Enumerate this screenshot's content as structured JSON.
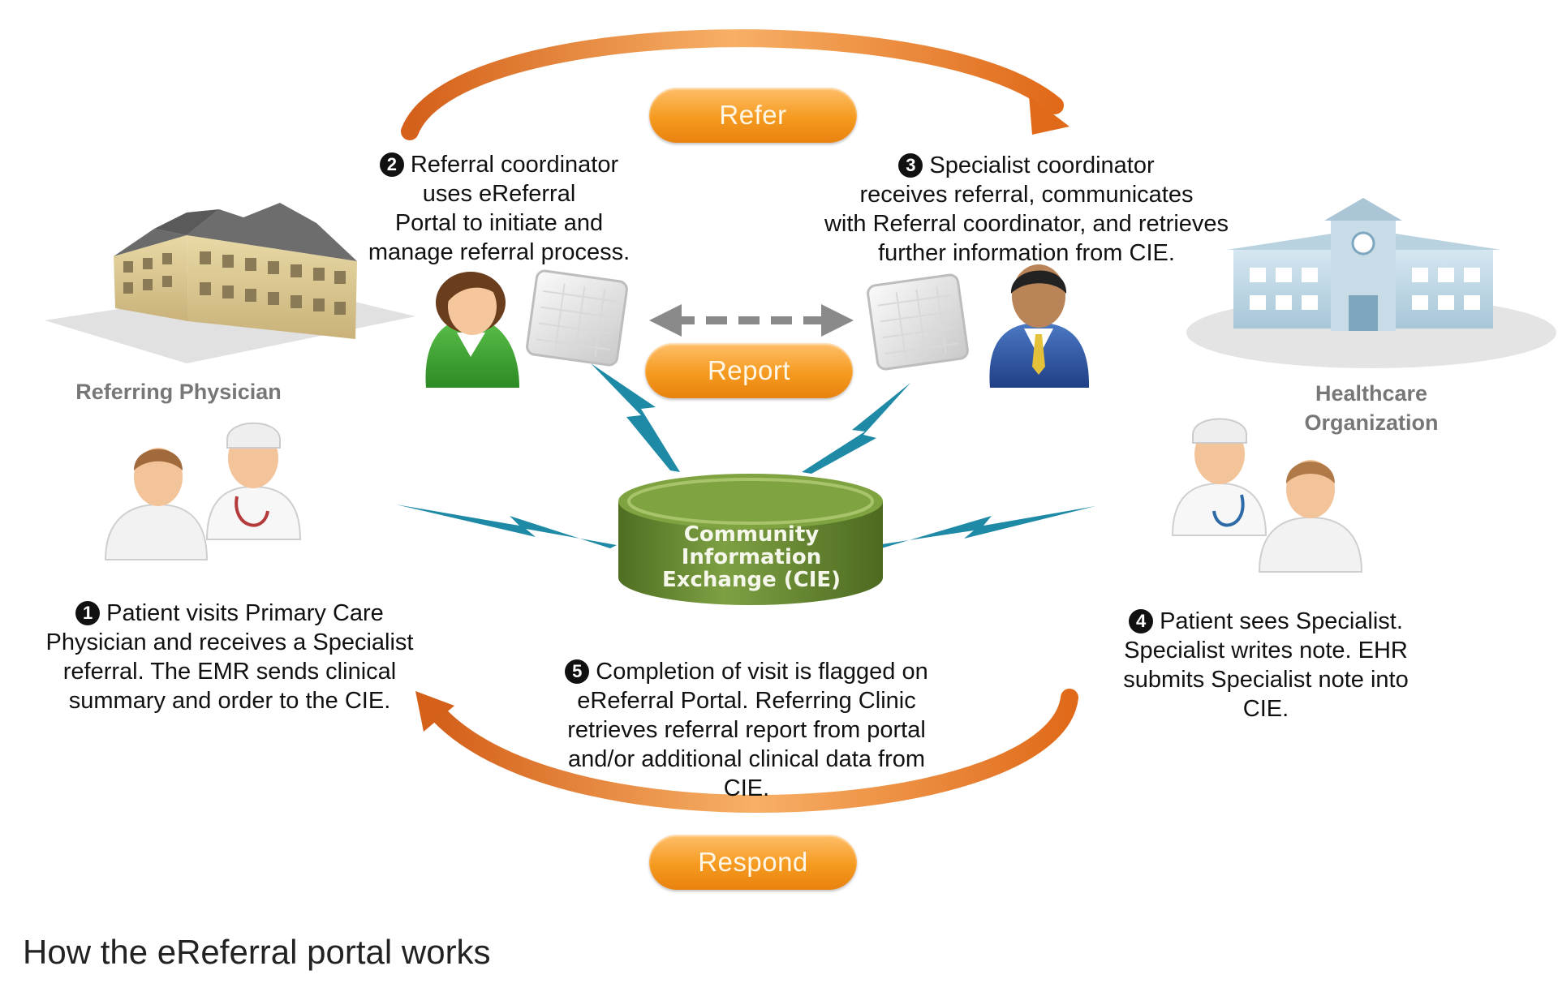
{
  "labels": {
    "refer": "Refer",
    "report": "Report",
    "respond": "Respond"
  },
  "places": {
    "referring_physician": "Referring Physician",
    "healthcare_org_line1": "Healthcare",
    "healthcare_org_line2": "Organization"
  },
  "cie": {
    "line1": "Community",
    "line2": "Information",
    "line3": "Exchange (CIE)"
  },
  "steps": [
    {
      "num": "1",
      "lines": [
        "Patient visits Primary Care",
        "Physician and receives a Specialist",
        "referral. The EMR sends clinical",
        "summary and order to the CIE."
      ]
    },
    {
      "num": "2",
      "lines": [
        "Referral coordinator",
        "uses eReferral",
        "Portal to initiate and",
        "manage referral process."
      ]
    },
    {
      "num": "3",
      "lines": [
        "Specialist coordinator",
        "receives referral, communicates",
        "with Referral coordinator, and retrieves",
        "further information from CIE."
      ]
    },
    {
      "num": "4",
      "lines": [
        "Patient sees Specialist.",
        "Specialist writes note. EHR",
        "submits Specialist note into",
        "CIE."
      ]
    },
    {
      "num": "5",
      "lines": [
        "Completion of visit is flagged on",
        "eReferral Portal. Referring Clinic",
        "retrieves referral report from portal",
        "and/or additional clinical data from",
        "CIE."
      ]
    }
  ],
  "caption": "How the eReferral portal works",
  "colors": {
    "orange": "#e8731d",
    "pill": "#f59a1f",
    "lightning": "#1f8aa6",
    "cie_green": "#6a8b33",
    "grey_arrow": "#8a8a8a"
  }
}
